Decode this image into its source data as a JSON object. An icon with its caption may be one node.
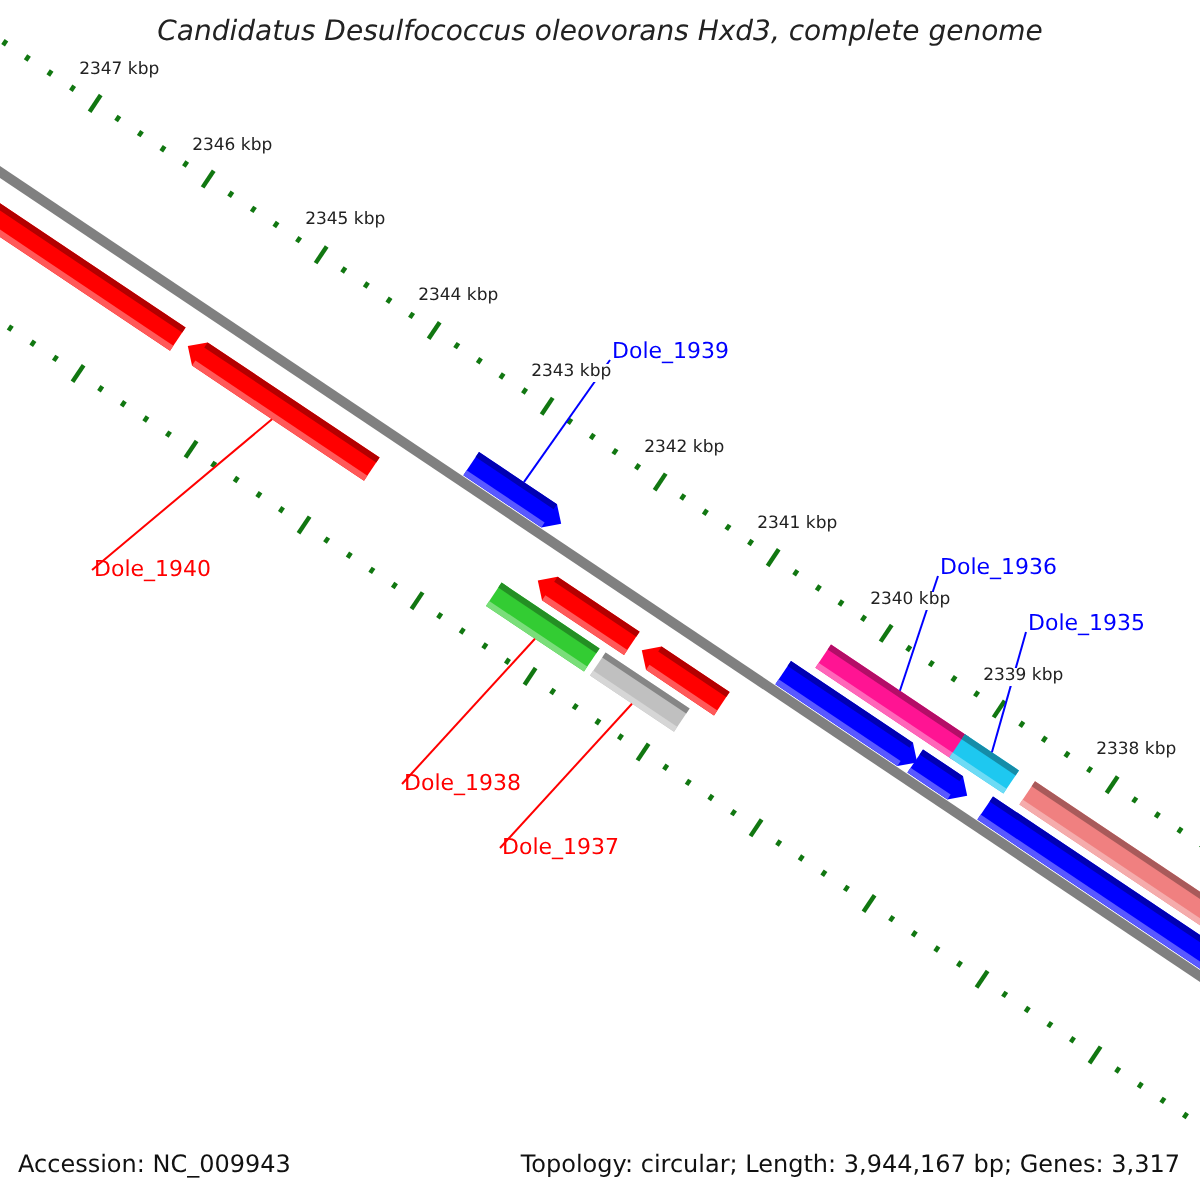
{
  "diagram": {
    "title": "Candidatus Desulfococcus oleovorans Hxd3, complete genome",
    "nodes": [
      {
        "text": [
          "Dole_1939"
        ]
      },
      {
        "text": [],
        "shape": "bar"
      },
      {
        "text": [
          "Dole_1940"
        ]
      },
      {
        "text": [],
        "shape": "bar"
      },
      {
        "text": [
          "Dole_1936"
        ]
      },
      {
        "text": [],
        "shape": "bar"
      },
      {
        "text": [
          "Dole_1935"
        ]
      },
      {
        "text": [],
        "shape": "bar"
      },
      {
        "text": [
          "Dole_1938"
        ]
      },
      {
        "text": [],
        "shape": "bar"
      },
      {
        "text": [
          "Dole_1937"
        ]
      },
      {
        "text": [],
        "shape": "bar"
      }
    ],
    "edges": [
      {
        "from": 0,
        "to": 1,
        "arrow": "none",
        "color": "#0000ff"
      },
      {
        "from": 2,
        "to": 3,
        "arrow": "none",
        "color": "#ff0000"
      },
      {
        "from": 4,
        "to": 5,
        "arrow": "none",
        "color": "#0000ff"
      },
      {
        "from": 6,
        "to": 7,
        "arrow": "none",
        "color": "#0000ff"
      },
      {
        "from": 8,
        "to": 9,
        "arrow": "none",
        "color": "#ff0000"
      },
      {
        "from": 10,
        "to": 11,
        "arrow": "none",
        "color": "#ff0000"
      }
    ],
    "labels": [
      "2347 kbp",
      "2346 kbp",
      "2345 kbp",
      "2344 kbp",
      "2343 kbp",
      "2342 kbp",
      "2341 kbp",
      "2340 kbp",
      "2339 kbp",
      "2338 kbp",
      "Accession: NC_009943",
      "Topology: circular; Length: 3,944,167 bp; Genes: 3,317"
    ]
  }
}
